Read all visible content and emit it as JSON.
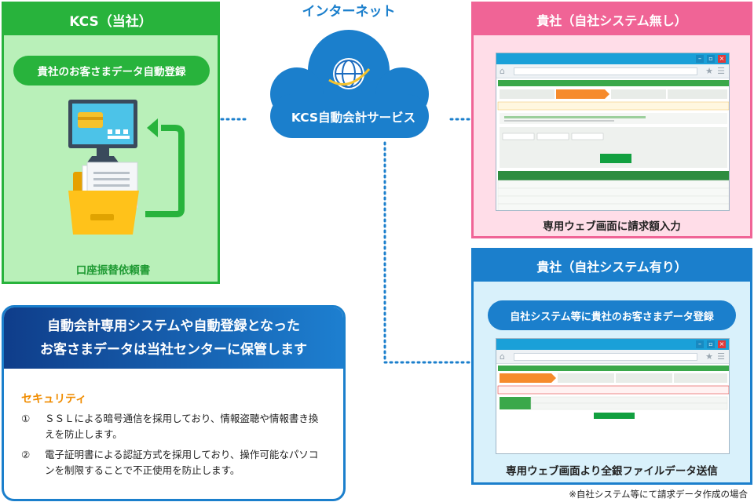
{
  "kcs_panel": {
    "title": "KCS（当社）",
    "pill": "貴社のお客さまデータ自動登録",
    "caption": "口座振替依頼書",
    "icons": [
      "monitor-icon",
      "folder-icon",
      "document-icon",
      "return-arrow-icon"
    ]
  },
  "internet": {
    "label": "インターネット",
    "service": "KCS自動会計サービス",
    "icon": "globe-icon"
  },
  "pink_panel": {
    "title": "貴社（自社システム無し）",
    "caption": "専用ウェブ画面に請求額入力"
  },
  "blue_panel": {
    "title": "貴社（自社システム有り）",
    "pill": "自社システム等に貴社のお客さまデータ登録",
    "caption": "専用ウェブ画面より全銀ファイルデータ送信"
  },
  "security": {
    "header_line1": "自動会計専用システムや自動登録となった",
    "header_line2": "お客さまデータは当社センターに保管します",
    "title": "セキュリティ",
    "items": [
      {
        "num": "①",
        "text": "ＳＳＬによる暗号通信を採用しており、情報盗聴や情報書き換えを防止します。"
      },
      {
        "num": "②",
        "text": "電子証明書による認証方式を採用しており、操作可能なパソコンを制限することで不正使用を防止します。"
      }
    ]
  },
  "footnote": "※自社システム等にて請求データ作成の場合",
  "colors": {
    "green": "#28b33c",
    "green_bg": "#b9f0b9",
    "pink": "#f06496",
    "pink_bg": "#ffdde8",
    "blue": "#1b7fcc",
    "blue_bg": "#d9f1fb",
    "orange": "#f08c00"
  }
}
